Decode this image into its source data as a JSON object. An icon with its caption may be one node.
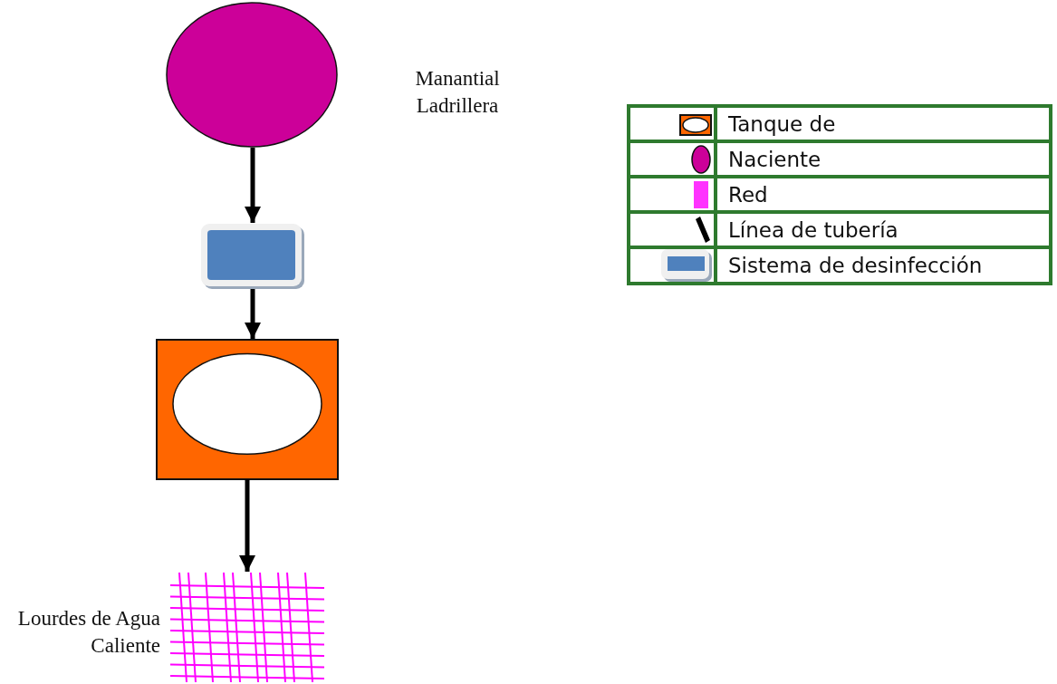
{
  "diagram": {
    "nodes": [
      {
        "text": [],
        "shape": "circle",
        "beside": [
          "Manantial Ladrillera"
        ]
      },
      {
        "text": [],
        "shape": "box"
      },
      {
        "text": [],
        "shape": "tank"
      },
      {
        "text": [],
        "shape": "grid",
        "beside": [
          "Lourdes de Agua Caliente"
        ]
      }
    ],
    "edges": [
      {
        "from": 0,
        "to": 1,
        "arrow": "to"
      },
      {
        "from": 1,
        "to": 2,
        "arrow": "to"
      },
      {
        "from": 2,
        "to": 3,
        "arrow": "to"
      }
    ],
    "legend": [
      {
        "text": "Tanque de"
      },
      {
        "text": "Naciente"
      },
      {
        "text": "Red"
      },
      {
        "text": "Línea de tubería"
      },
      {
        "text": "Sistema de desinfección"
      }
    ]
  }
}
